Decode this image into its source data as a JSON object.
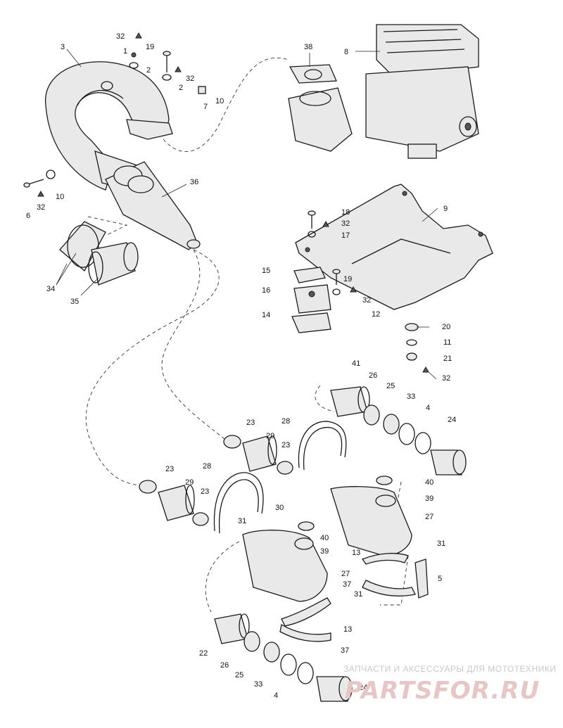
{
  "callouts": {
    "c1": "1",
    "c2a": "2",
    "c2b": "2",
    "c3": "3",
    "c4a": "4",
    "c4b": "4",
    "c5": "5",
    "c6": "6",
    "c7": "7",
    "c8": "8",
    "c9": "9",
    "c10a": "10",
    "c10b": "10",
    "c11": "11",
    "c12": "12",
    "c13a": "13",
    "c13b": "13",
    "c14": "14",
    "c15": "15",
    "c16": "16",
    "c17": "17",
    "c18": "18",
    "c19a": "19",
    "c19b": "19",
    "c20": "20",
    "c21": "21",
    "c22": "22",
    "c23a": "23",
    "c23b": "23",
    "c23c": "23",
    "c23d": "23",
    "c24a": "24",
    "c24b": "24",
    "c25a": "25",
    "c25b": "25",
    "c26a": "26",
    "c26b": "26",
    "c27a": "27",
    "c27b": "27",
    "c28a": "28",
    "c28b": "28",
    "c29a": "29",
    "c29b": "29",
    "c30": "30",
    "c31a": "31",
    "c31b": "31",
    "c31c": "31",
    "c32a": "32",
    "c32b": "32",
    "c32c": "32",
    "c32d": "32",
    "c32e": "32",
    "c32f": "32",
    "c33a": "33",
    "c33b": "33",
    "c34": "34",
    "c35": "35",
    "c36": "36",
    "c37a": "37",
    "c37b": "37",
    "c38": "38",
    "c39a": "39",
    "c39b": "39",
    "c40a": "40",
    "c40b": "40",
    "c41": "41"
  },
  "watermark": {
    "line1": "ЗАПЧАСТИ И АКСЕССУАРЫ ДЛЯ МОТОТЕХНИКИ",
    "line2": "PARTSFOR.RU"
  }
}
